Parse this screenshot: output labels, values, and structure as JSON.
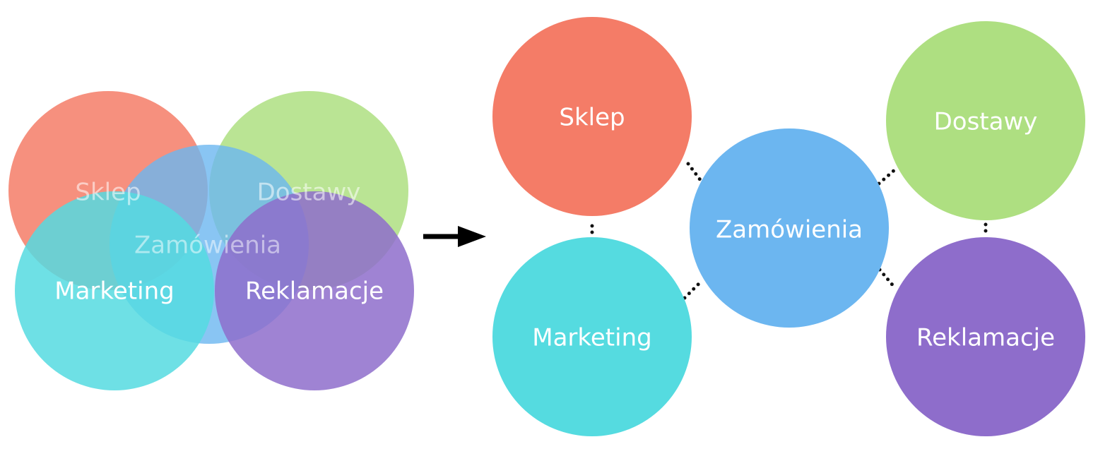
{
  "domains": [
    {
      "key": "sklep",
      "label": "Sklep",
      "color": "#f47c67"
    },
    {
      "key": "dostawy",
      "label": "Dostawy",
      "color": "#aedf81"
    },
    {
      "key": "zamowienia",
      "label": "Zamówienia",
      "color": "#6cb6f0"
    },
    {
      "key": "marketing",
      "label": "Marketing",
      "color": "#55dbe0"
    },
    {
      "key": "reklamacje",
      "label": "Reklamacje",
      "color": "#8e6dcb"
    }
  ],
  "arrow_color": "#000000",
  "connector_color": "#111111"
}
